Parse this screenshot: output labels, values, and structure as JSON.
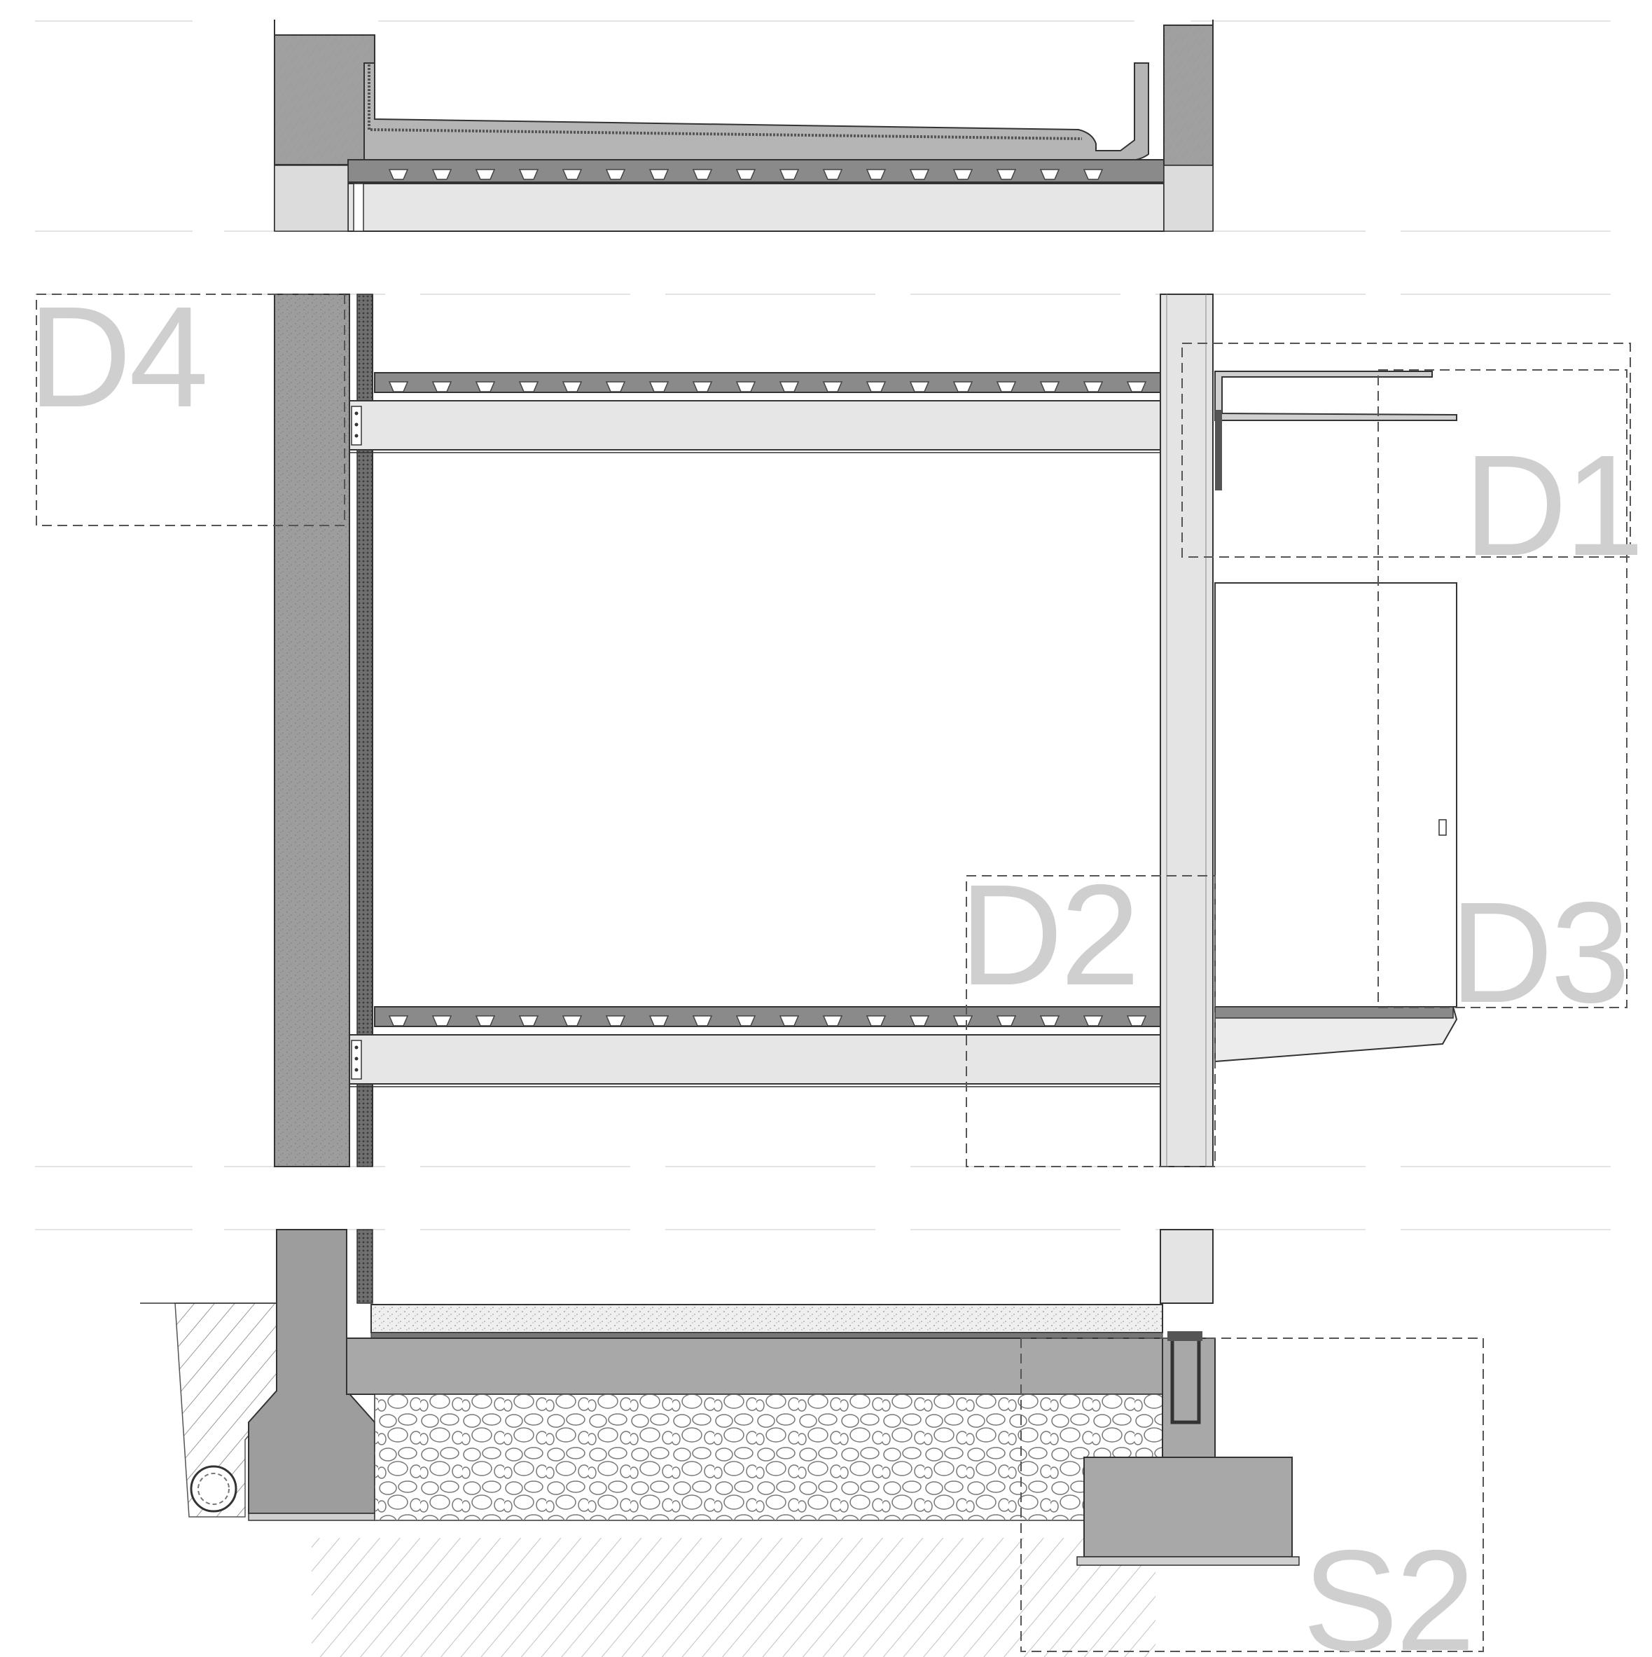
{
  "drawing": {
    "type": "architectural-section",
    "detail_callouts": {
      "d1": "D1",
      "d2": "D2",
      "d3": "D3",
      "d4": "D4",
      "s2": "S2"
    },
    "colors": {
      "concrete": "#9d9d9d",
      "slab_dark": "#8a8a8a",
      "beam_light": "#e6e6e6",
      "hatch": "#bbbbbb",
      "callout_text": "#cfcfcf",
      "line": "#333333"
    }
  }
}
